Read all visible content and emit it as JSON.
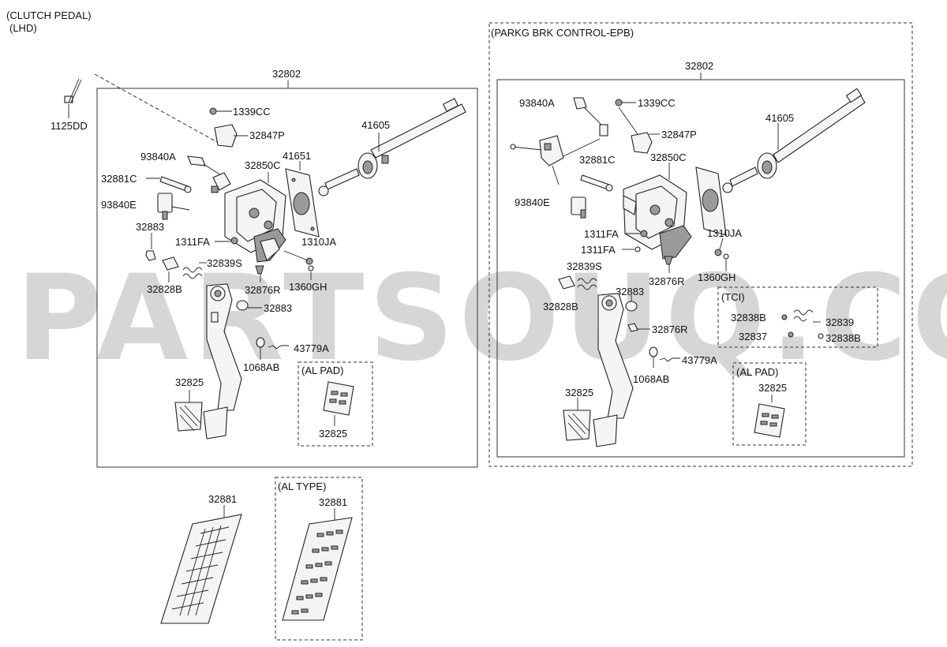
{
  "left": {
    "title_line1": "(CLUTCH PEDAL)",
    "title_line2": "(LHD)",
    "assembly": "32802",
    "labels": [
      "1125DD",
      "1339CC",
      "32847P",
      "41605",
      "93840A",
      "32850C",
      "41651",
      "32881C",
      "93840E",
      "32883",
      "1311FA",
      "1310JA",
      "32839S",
      "32828B",
      "32876R",
      "1360GH",
      "32883",
      "43779A",
      "1068AB",
      "32825"
    ],
    "al_pad": {
      "title": "(AL PAD)",
      "part": "32825"
    }
  },
  "al_type": {
    "title": "(AL TYPE)",
    "part": "32881"
  },
  "bottom_pedal": "32881",
  "right": {
    "title": "(PARKG BRK CONTROL-EPB)",
    "assembly": "32802",
    "labels": [
      "93840A",
      "1339CC",
      "32847P",
      "41605",
      "32881C",
      "32850C",
      "93840E",
      "1311FA",
      "1310JA",
      "1311FA",
      "32839S",
      "32876R",
      "1360GH",
      "32883",
      "32828B",
      "32876R",
      "43779A",
      "1068AB",
      "32825"
    ],
    "tci": {
      "title": "(TCI)",
      "labels": [
        "32838B",
        "32839",
        "32837",
        "32838B"
      ]
    },
    "al_pad": {
      "title": "(AL PAD)",
      "part": "32825"
    }
  },
  "watermark": "PARTSOUQ.COM"
}
